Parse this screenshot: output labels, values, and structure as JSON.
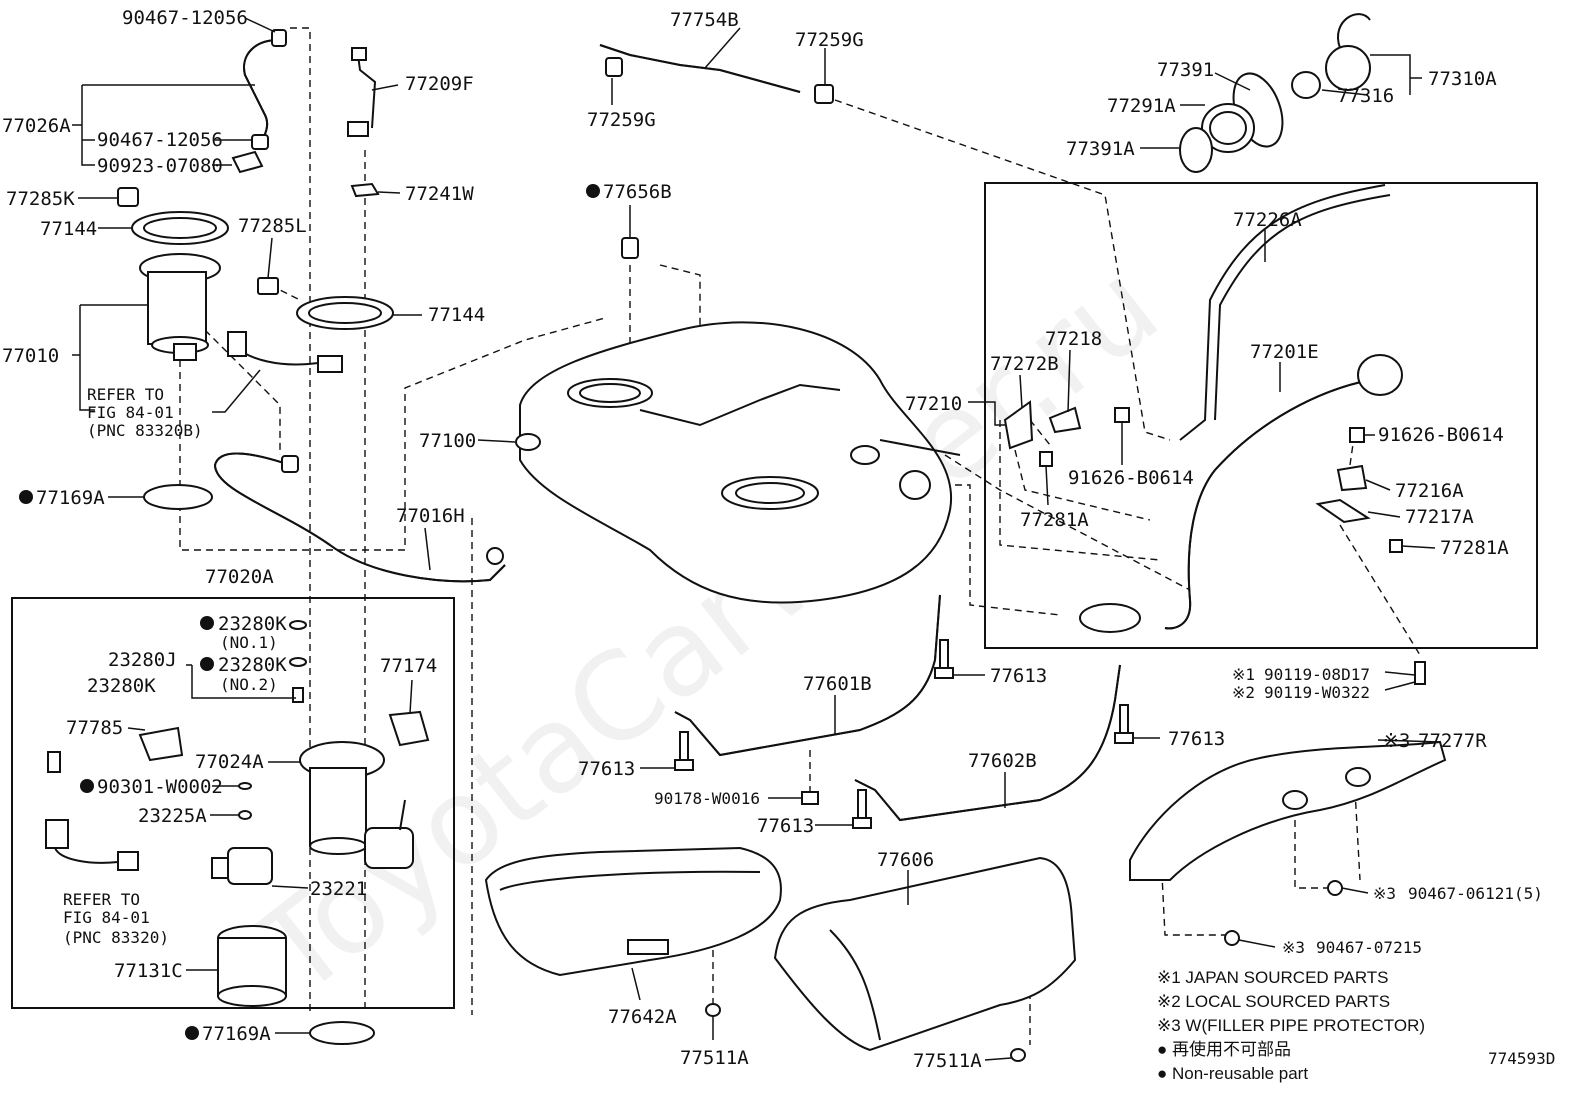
{
  "labels": {
    "p90467_12056_top": "90467-12056",
    "p77754B": "77754B",
    "p77259G_r": "77259G",
    "p77259G_l": "77259G",
    "p77391": "77391",
    "p77291A": "77291A",
    "p77391A": "77391A",
    "p77316": "77316",
    "p77310A": "77310A",
    "p77209F": "77209F",
    "p77026A": "77026A",
    "p90467_12056_mid": "90467-12056",
    "p90923_07080": "90923-07080",
    "p77241W": "77241W",
    "p77285K": "77285K",
    "p77144_l": "77144",
    "p77285L": "77285L",
    "p77144_r": "77144",
    "p77656B": "77656B",
    "p77226A": "77226A",
    "p77218": "77218",
    "p77272B": "77272B",
    "p77201E": "77201E",
    "p77210": "77210",
    "p91626_B0614_a": "91626-B0614",
    "p91626_B0614_b": "91626-B0614",
    "p77216A": "77216A",
    "p77217A": "77217A",
    "p77281A_l": "77281A",
    "p77281A_r": "77281A",
    "p77010": "77010",
    "p77100": "77100",
    "p77169A_top": "77169A",
    "p77016H": "77016H",
    "p77020A": "77020A",
    "p23280K_1": "23280K",
    "p23280J": "23280J",
    "p23280K_2": "23280K",
    "p23280K_3": "23280K",
    "p77174": "77174",
    "p77785": "77785",
    "p77024A": "77024A",
    "p90301_W0002": "90301-W0002",
    "p23225A": "23225A",
    "p23221": "23221",
    "p77131C": "77131C",
    "p77169A_bot": "77169A",
    "p77601B": "77601B",
    "p77613_a": "77613",
    "p77613_b": "77613",
    "p77613_c": "77613",
    "p77613_d": "77613",
    "p90178_W0016": "90178-W0016",
    "p77602B": "77602B",
    "p90119_08D17": "90119-08D17",
    "p90119_W0322": "90119-W0322",
    "p77277R": "77277R",
    "p90467_06121": "90467-06121(5)",
    "p90467_07215": "90467-07215",
    "p77606": "77606",
    "p77642A": "77642A",
    "p77511A_a": "77511A",
    "p77511A_b": "77511A"
  },
  "notes": {
    "no1": "(NO.1)",
    "no2": "(NO.2)",
    "refer_a_1": "REFER TO",
    "refer_a_2": "FIG 84-01",
    "refer_a_3": "(PNC 83320B)",
    "refer_b_1": "REFER TO",
    "refer_b_2": "FIG 84-01",
    "refer_b_3": "(PNC 83320)",
    "mark1": "※1",
    "mark2": "※2",
    "mark3": "※3"
  },
  "legend": {
    "l1": "※1 JAPAN SOURCED PARTS",
    "l2": "※2 LOCAL SOURCED PARTS",
    "l3": "※3 W(FILLER PIPE PROTECTOR)",
    "l4": "● 再使用不可部品",
    "l5": "● Non-reusable part"
  },
  "figure_id": "774593D",
  "watermark": "ToyotaCarWiner.ru"
}
